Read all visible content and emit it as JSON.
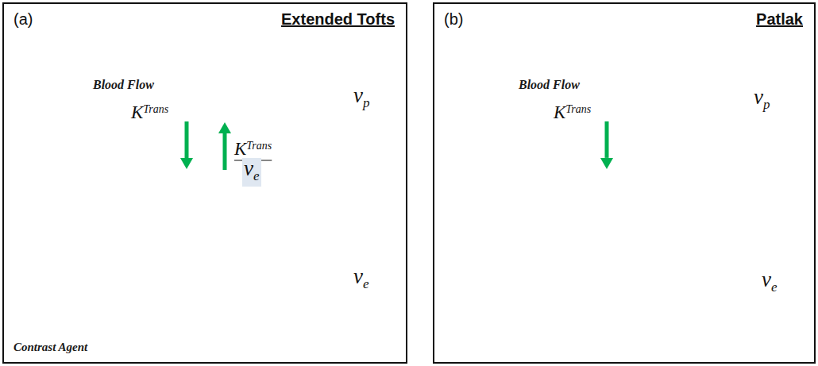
{
  "diagram": {
    "nodes": [
      {
        "text": [
          "(a)",
          "Extended Tofts"
        ]
      },
      {
        "text": [
          "vp"
        ],
        "in": 0
      },
      {
        "text": [
          "ve"
        ],
        "in": 0
      },
      {
        "text": [
          "(b)",
          "Patlak"
        ]
      },
      {
        "text": [
          "vp"
        ],
        "in": 3
      },
      {
        "text": [
          "ve"
        ],
        "in": 3
      }
    ],
    "edges": [
      {
        "from": 1,
        "to": 2,
        "label": "KTrans",
        "arrow": "to"
      },
      {
        "from": 2,
        "to": 1,
        "label": "KTrans",
        "arrow": "to"
      },
      {
        "from": 4,
        "to": 5,
        "label": "KTrans",
        "arrow": "to"
      }
    ],
    "labels": [
      "Blood Flow",
      "ve",
      "Contrast Agent",
      "Blood Flow"
    ]
  }
}
